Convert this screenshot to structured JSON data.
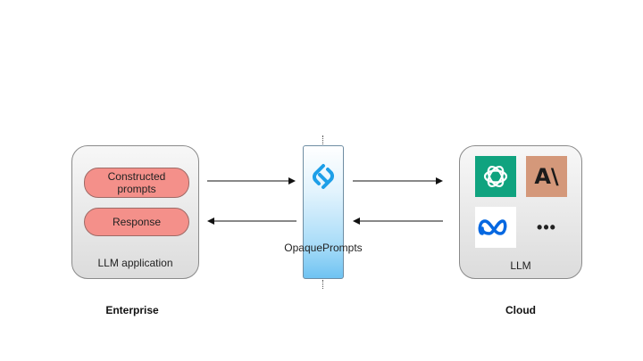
{
  "enterprise": {
    "constructed_prompts": "Constructed prompts",
    "response": "Response",
    "box_label": "LLM application",
    "section_label": "Enterprise"
  },
  "middle": {
    "label": "OpaquePrompts",
    "icon": "opaqueprompts-logo-icon"
  },
  "cloud": {
    "box_label": "LLM",
    "section_label": "Cloud",
    "providers": [
      {
        "icon": "openai-logo-icon",
        "color": "#10a37f"
      },
      {
        "icon": "anthropic-logo-icon",
        "text": "A\\",
        "color": "#d4987a"
      },
      {
        "icon": "meta-logo-icon",
        "color": "#0668e1"
      },
      {
        "icon": "more-icon",
        "text": "•••"
      }
    ]
  },
  "arrows": [
    {
      "from": "enterprise",
      "to": "opaqueprompts",
      "direction": "right"
    },
    {
      "from": "opaqueprompts",
      "to": "cloud",
      "direction": "right"
    },
    {
      "from": "opaqueprompts",
      "to": "enterprise",
      "direction": "left"
    },
    {
      "from": "cloud",
      "to": "opaqueprompts",
      "direction": "left"
    }
  ]
}
